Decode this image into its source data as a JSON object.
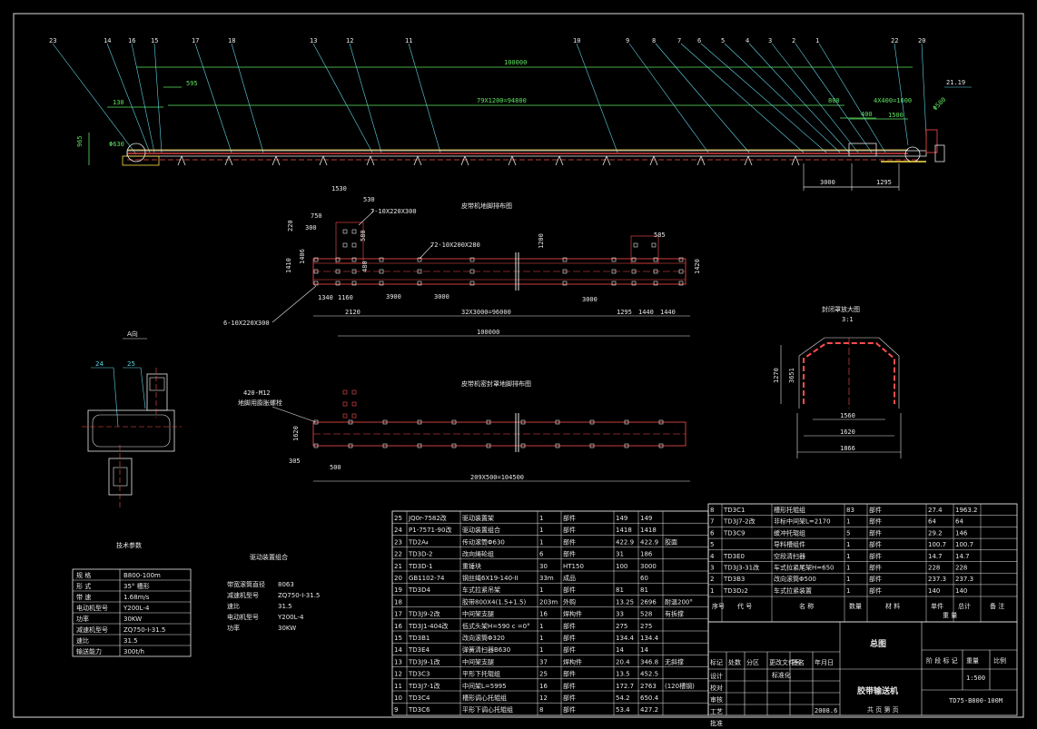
{
  "balloons_top": [
    "23",
    "14",
    "16",
    "15",
    "17",
    "18",
    "13",
    "12",
    "11",
    "10",
    "9",
    "8",
    "7",
    "6",
    "5",
    "4",
    "3",
    "2",
    "1",
    "22",
    "20"
  ],
  "right_label": "21.19",
  "top_dims": {
    "overall": "100000",
    "spacing": "79X1200=94800",
    "d595": "595",
    "d130": "130",
    "d965": "965",
    "phi630": "Φ630",
    "d800": "800",
    "d4x400": "4X400=1600",
    "d400": "400",
    "d1500": "1500",
    "phi500": "Φ500",
    "d3000": "3000",
    "d1295": "1295"
  },
  "plan1": {
    "title": "皮带机地脚排布图",
    "d1530": "1530",
    "d530": "530",
    "bolt_top": "7-10X220X300",
    "d750": "750",
    "d300": "300",
    "d220": "220",
    "d580": "580",
    "d1406": "1406",
    "d1410": "1410",
    "d480": "480",
    "d1340": "1340",
    "d1160": "1160",
    "bolt_mid": "72-10X200X280",
    "d1200": "1200",
    "d585": "585",
    "d1420": "1420",
    "d3900": "3900",
    "d3000a": "3000",
    "d3000b": "3000",
    "d2120": "2120",
    "d32x3000": "32X3000=96000",
    "d1295": "1295",
    "d1440a": "1440",
    "d1440b": "1440",
    "bolt_bottom": "6-10X220X300",
    "overall": "100000"
  },
  "plan2": {
    "title": "皮带机密封罩地脚排布图",
    "bolt_label1": "420-M12",
    "bolt_label2": "地脚用膨胀螺栓",
    "d1620": "1620",
    "d305": "305",
    "d500": "500",
    "d209": "209X500=104500"
  },
  "section": {
    "title": "封闭罩放大图",
    "scale": "3:1",
    "d1270": "1270",
    "d3651": "3651",
    "d1560": "1560",
    "d1620": "1620",
    "d1866": "1866"
  },
  "view_a": {
    "title": "A向",
    "b24": "24",
    "b25": "25"
  },
  "tech": {
    "title": "技术参数",
    "rows": [
      [
        "规  格",
        "B800-100m"
      ],
      [
        "形  式",
        "35° 槽形"
      ],
      [
        "带  速",
        "1.68m/s"
      ],
      [
        "电动机型号",
        "Y200L-4"
      ],
      [
        "功率",
        "30KW"
      ],
      [
        "减速机型号",
        "ZQ750-I-31.5"
      ],
      [
        "速比",
        "31.5"
      ],
      [
        "输送能力",
        "300t/h"
      ]
    ]
  },
  "drive": {
    "title": "驱动装置组合",
    "rows": [
      [
        "带宽滚筒直径",
        "8063"
      ],
      [
        "减速机型号",
        "ZQ750-I-31.5"
      ],
      [
        "速比",
        "31.5"
      ],
      [
        "电动机型号",
        "Y200L-4"
      ],
      [
        "功率",
        "30KW"
      ]
    ]
  },
  "bom_left": [
    [
      "25",
      "JQ0r-7582改",
      "驱动装置架",
      "1",
      "部件",
      "149",
      "149",
      ""
    ],
    [
      "24",
      "P1-7571-90改",
      "驱动装置组合",
      "1",
      "部件",
      "1418",
      "1418",
      ""
    ],
    [
      "23",
      "TD2A₄",
      "传动滚筒Φ630",
      "1",
      "部件",
      "422.9",
      "422.9",
      "胶面"
    ],
    [
      "22",
      "TD3D-2",
      "改向绳轮组",
      "6",
      "部件",
      "31",
      "186",
      ""
    ],
    [
      "21",
      "TD3D-1",
      "重锤块",
      "30",
      "HT150",
      "100",
      "3000",
      ""
    ],
    [
      "20",
      "GB1102-74",
      "钢丝绳6X19-140-II",
      "33m",
      "成品",
      "",
      "60",
      ""
    ],
    [
      "19",
      "TD3D4",
      "车式拉紧吊架",
      "1",
      "部件",
      "81",
      "81",
      ""
    ],
    [
      "18",
      "",
      "胶带800X4(1.5+1.5)",
      "203m",
      "外购",
      "13.25",
      "2696",
      "耐温200°"
    ],
    [
      "17",
      "TD3J9-2改",
      "中间架支腿",
      "16",
      "焊构件",
      "33",
      "528",
      "有拆撑"
    ],
    [
      "16",
      "TD3J1-404改",
      "低式头架H=590 c =0°",
      "1",
      "部件",
      "275",
      "275",
      ""
    ],
    [
      "15",
      "TD3B1",
      "改向滚筒Φ320",
      "1",
      "部件",
      "134.4",
      "134.4",
      ""
    ],
    [
      "14",
      "TD3E4",
      "弹簧清扫器B630",
      "1",
      "部件",
      "14",
      "14",
      ""
    ],
    [
      "13",
      "TD3J9-1改",
      "中间架支腿",
      "37",
      "焊构件",
      "20.4",
      "346.8",
      "无斜撑"
    ],
    [
      "12",
      "TD3C3",
      "平形下托辊组",
      "25",
      "部件",
      "13.5",
      "452.5",
      ""
    ],
    [
      "11",
      "TD3J7-1改",
      "中间架L=5995",
      "16",
      "部件",
      "172.7",
      "2763",
      "(120槽钢)"
    ],
    [
      "10",
      "TD3C4",
      "槽形调心托辊组",
      "12",
      "部件",
      "54.2",
      "650.4",
      ""
    ],
    [
      "9",
      "TD3C6",
      "平形下调心托辊组",
      "8",
      "部件",
      "53.4",
      "427.2",
      ""
    ]
  ],
  "bom_right": [
    [
      "8",
      "TD3C1",
      "槽形托辊组",
      "83",
      "部件",
      "27.4",
      "1963.2"
    ],
    [
      "7",
      "TD3J7-2改",
      "非标中间架L=2170",
      "1",
      "部件",
      "64",
      "64"
    ],
    [
      "6",
      "TD3C9",
      "缓冲托辊组",
      "5",
      "部件",
      "29.2",
      "146"
    ],
    [
      "5",
      "",
      "导料槽组件",
      "1",
      "部件",
      "100.7",
      "100.7"
    ],
    [
      "4",
      "TD3E0",
      "空段清扫器",
      "1",
      "部件",
      "14.7",
      "14.7"
    ],
    [
      "3",
      "TD3J3-31改",
      "车式拉紧尾架H=650",
      "1",
      "部件",
      "228",
      "228"
    ],
    [
      "2",
      "TD3B3",
      "改向滚筒Φ500",
      "1",
      "部件",
      "237.3",
      "237.3"
    ],
    [
      "1",
      "TD3D₂2",
      "车式拉紧装置",
      "1",
      "部件",
      "140",
      "140"
    ]
  ],
  "bom_header": {
    "seq": "序号",
    "code": "代 号",
    "name": "名 称",
    "qty": "数量",
    "material": "材 料",
    "unit": "单件",
    "total": "总计",
    "weight": "重 量",
    "remark": "备 注"
  },
  "title_block": {
    "drawing_title": "总图",
    "product_name": "胶带输送机",
    "drawing_no": "TD75-B800-100M",
    "scale": "1:500",
    "labels": [
      "标记",
      "处数",
      "分区",
      "更改文件号",
      "签名",
      "年月日"
    ],
    "labels2": [
      "设计",
      "校对",
      "审核",
      "工艺",
      "批准"
    ],
    "stage_labels": [
      "阶 段 标 记",
      "重量",
      "比例"
    ],
    "sheet": "共 页 第 页",
    "std_label": "标准化",
    "date": "2008.6"
  }
}
